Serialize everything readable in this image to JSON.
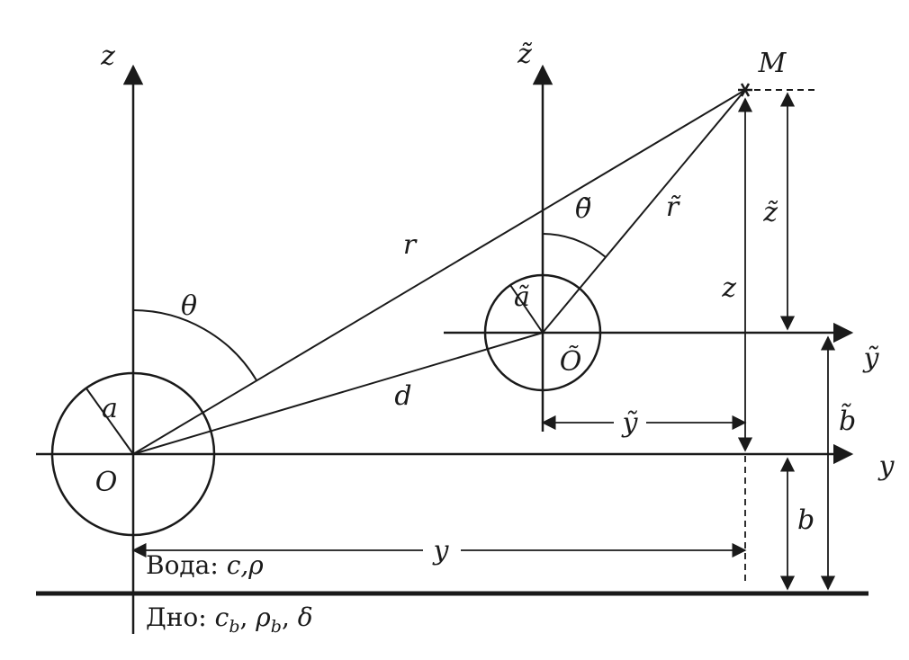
{
  "colors": {
    "ink": "#1a1a1a",
    "background": "#ffffff"
  },
  "diagram": {
    "axes": {
      "z_left": "z",
      "z_right": "z̃",
      "y_main": "y",
      "y_tilde": "ỹ"
    },
    "points": {
      "origin_left": "O",
      "origin_right": "Õ",
      "field_point": "M"
    },
    "segments": {
      "r": "r",
      "r_tilde": "r̃",
      "d": "d",
      "radius_left": "a",
      "radius_right": "ã"
    },
    "angles": {
      "theta": "θ",
      "theta_tilde": "θ̃"
    },
    "dimensions": {
      "z": "z",
      "z_tilde": "z̃",
      "y": "y",
      "y_tilde": "ỹ",
      "b": "b",
      "b_tilde": "b̃"
    },
    "media": {
      "water_prefix": "Вода: ",
      "water_params": "c,ρ",
      "bottom_prefix": "Дно: ",
      "bottom_c": "c",
      "bottom_c_sub": "b",
      "bottom_sep1": ", ",
      "bottom_rho": "ρ",
      "bottom_rho_sub": "b",
      "bottom_sep2": ", ",
      "bottom_delta": "δ"
    }
  }
}
